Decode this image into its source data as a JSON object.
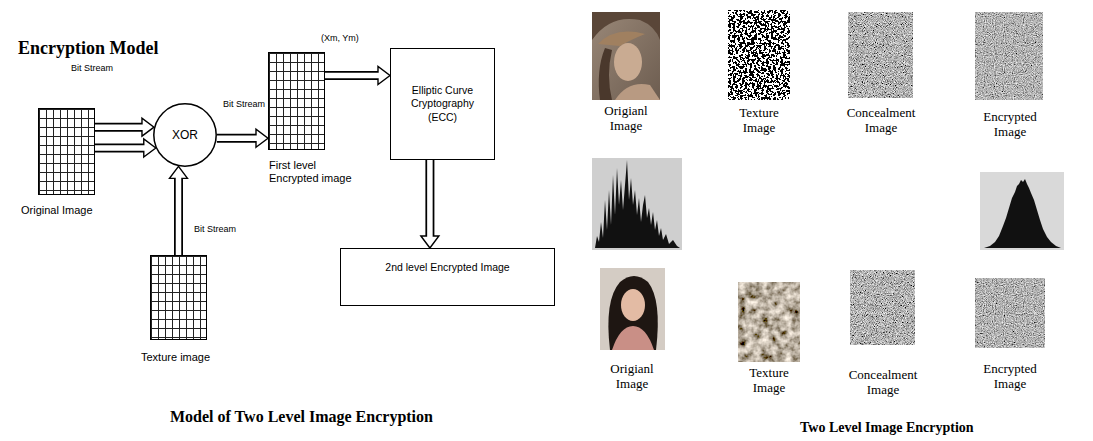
{
  "diagram": {
    "title": "Encryption Model",
    "caption": "Model of Two Level Image Encryption",
    "nodes": [
      {
        "text": [
          "Original Image"
        ]
      },
      {
        "text": [
          "XOR"
        ]
      },
      {
        "text": [
          "Texture image"
        ]
      },
      {
        "text": [
          "First level Encrypted image"
        ]
      },
      {
        "text": [
          "Elliptic Curve Cryptography (ECC)"
        ]
      },
      {
        "text": [
          "2nd level Encrypted Image"
        ]
      }
    ],
    "edges": [
      {
        "from": 0,
        "to": 1,
        "label": "Bit Stream",
        "arrow": "to"
      },
      {
        "from": 0,
        "to": 1,
        "arrow": "to"
      },
      {
        "from": 1,
        "to": 3,
        "label": "Bit Stream",
        "arrow": "to"
      },
      {
        "from": 2,
        "to": 1,
        "label": "Bit Stream",
        "arrow": "to"
      },
      {
        "from": 3,
        "to": 4,
        "label": "(Xm, Ym)",
        "arrow": "to"
      },
      {
        "from": 4,
        "to": 5,
        "arrow": "to"
      }
    ],
    "labels": [
      "Origianl Image",
      "Texture Image",
      "Concealment Image",
      "Encrypted Image",
      "Origianl Image",
      "Texture Image",
      "Concealment Image",
      "Encrypted Image",
      "Two Level Image Encryption"
    ]
  }
}
